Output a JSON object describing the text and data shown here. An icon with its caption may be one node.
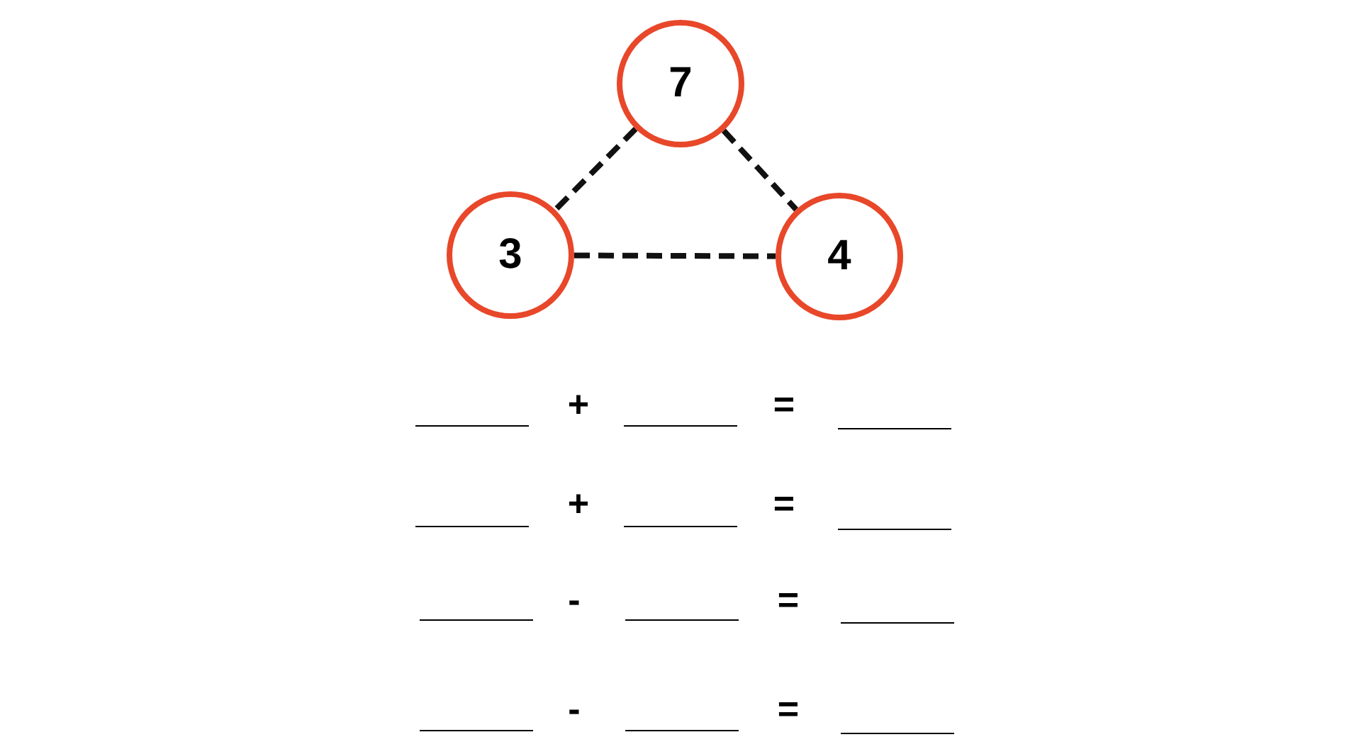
{
  "diagram": {
    "nodes": [
      {
        "text": [
          "7"
        ]
      },
      {
        "text": [
          "3"
        ]
      },
      {
        "text": [
          "4"
        ]
      }
    ],
    "edges": [
      {
        "from": 0,
        "to": 1,
        "arrow": "none",
        "style": "dashed"
      },
      {
        "from": 0,
        "to": 2,
        "arrow": "none",
        "style": "dashed"
      },
      {
        "from": 1,
        "to": 2,
        "arrow": "none",
        "style": "dashed"
      }
    ],
    "labels": [
      "+",
      "=",
      "+",
      "=",
      "-",
      "=",
      "-",
      "="
    ]
  }
}
